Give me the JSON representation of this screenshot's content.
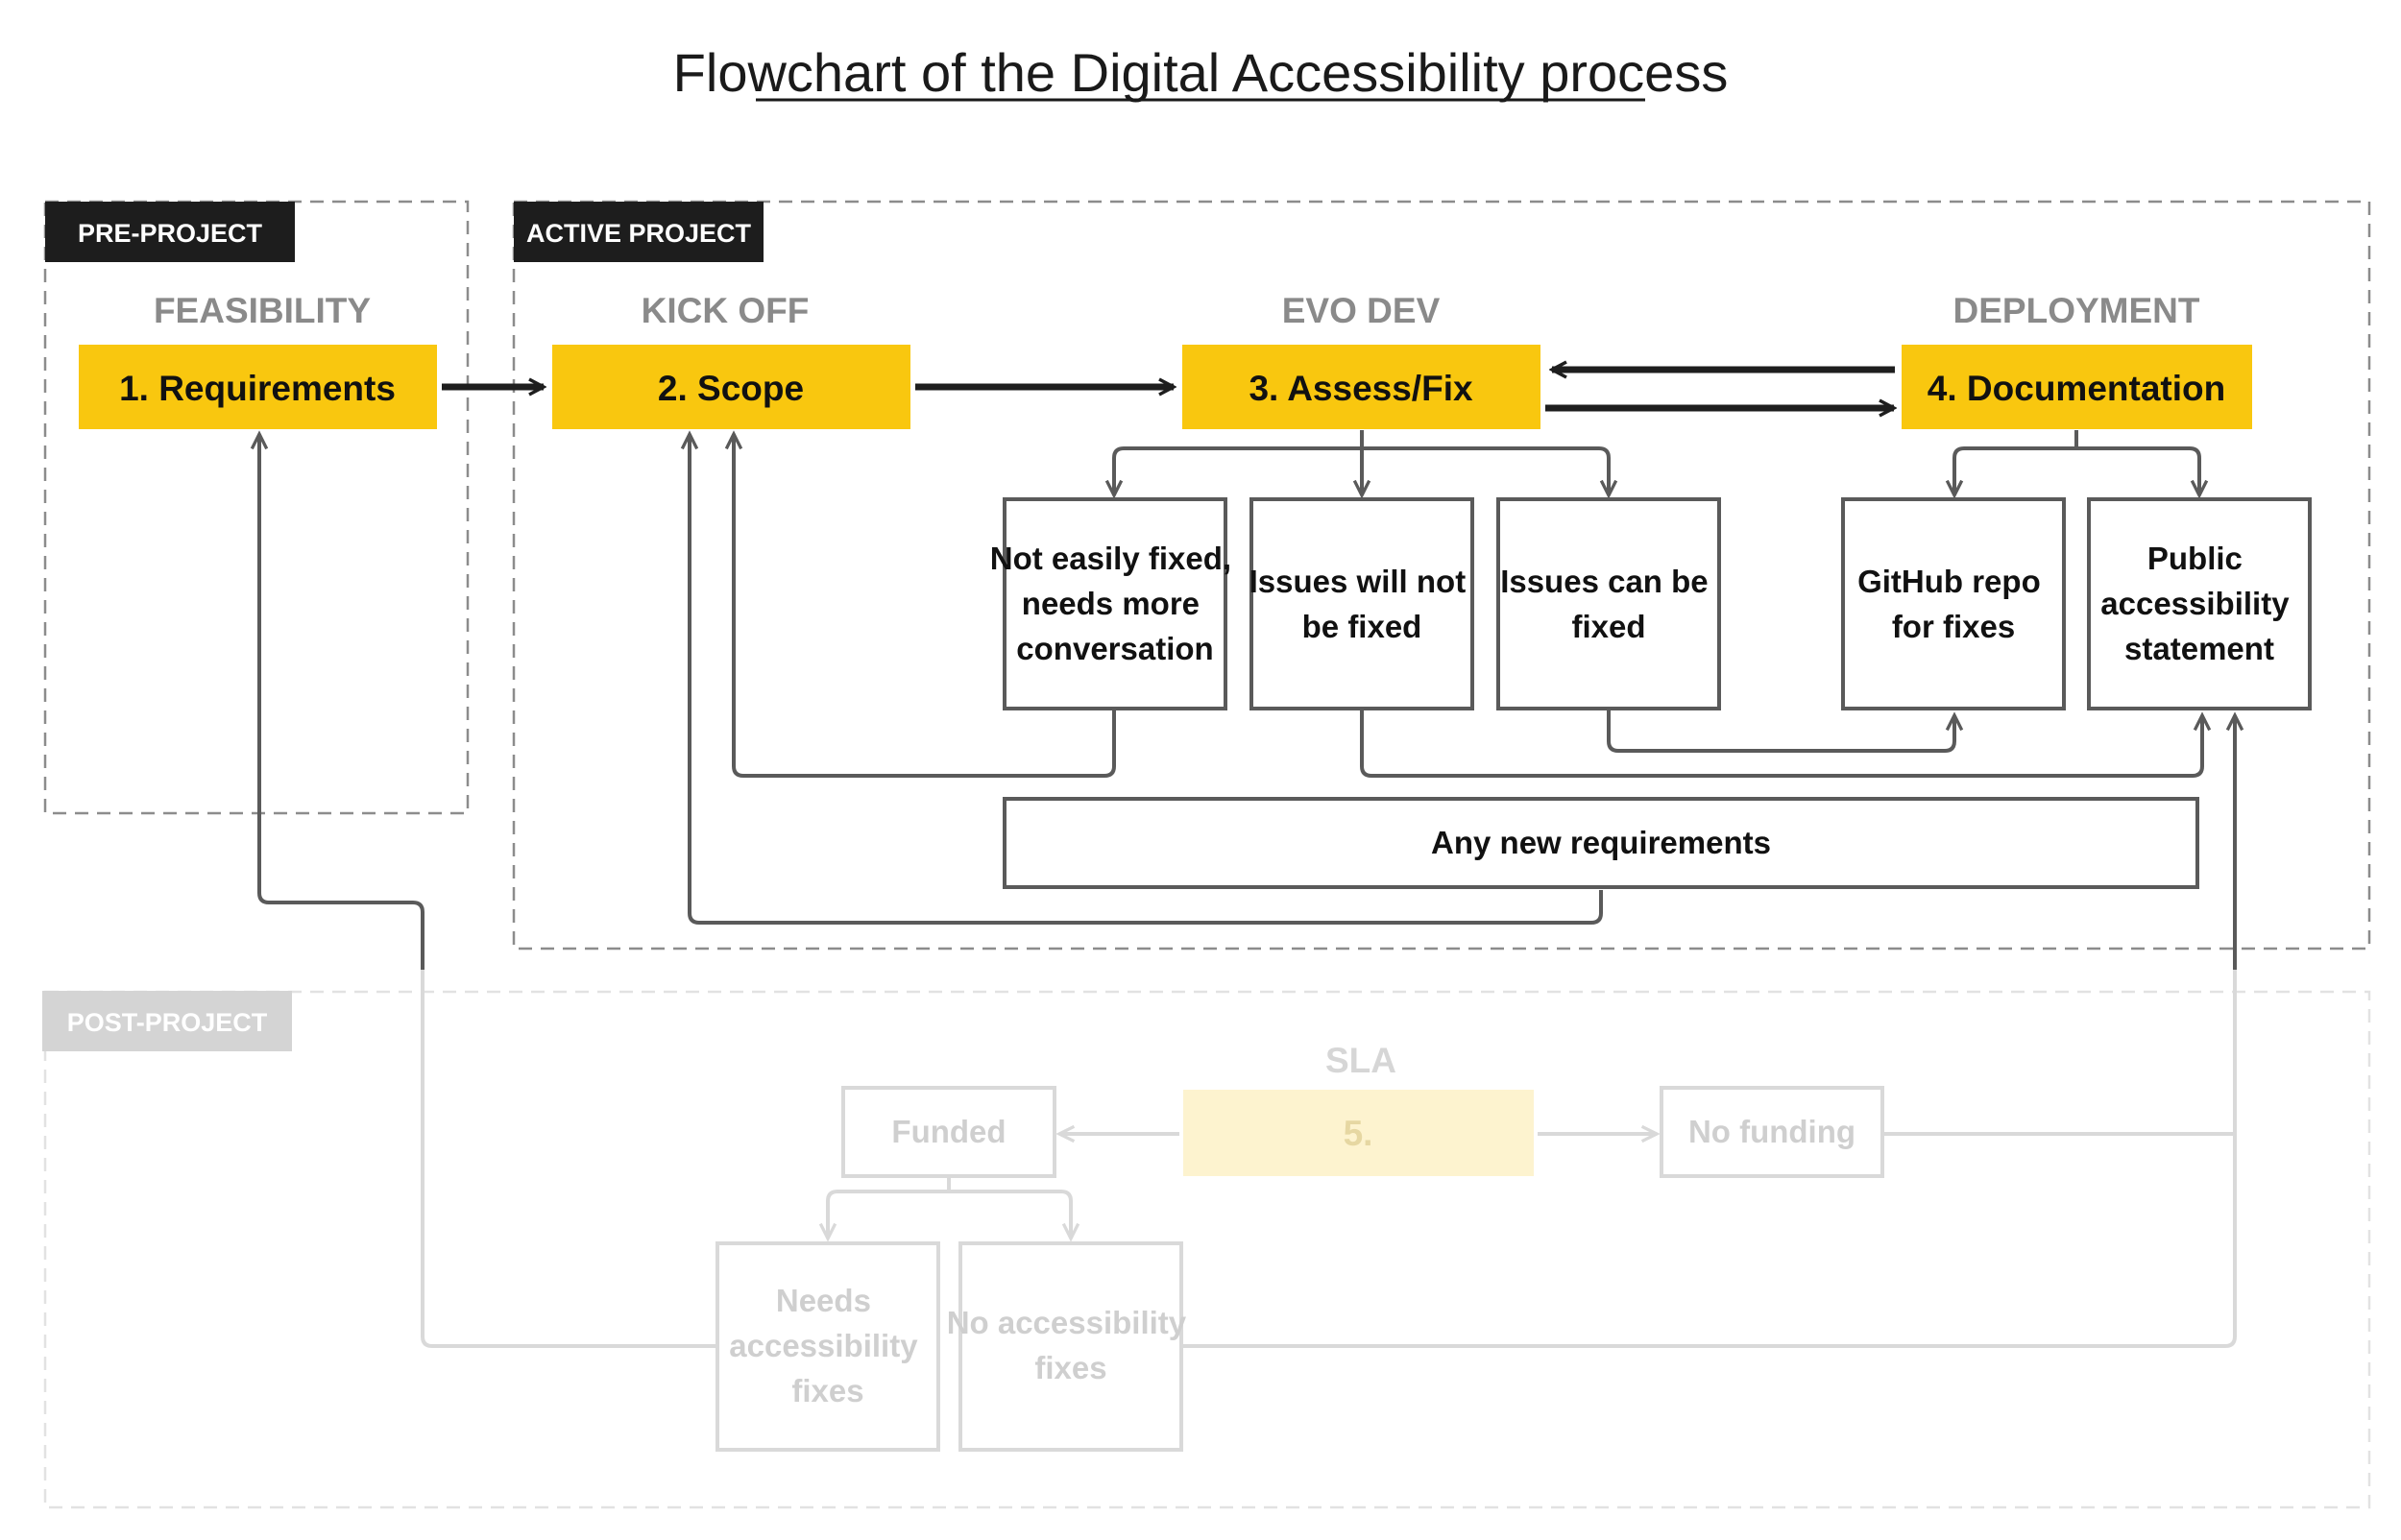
{
  "title": "Flowchart of the Digital Accessibility process",
  "colors": {
    "step_fill": "#f9c70f",
    "step_fill_faint": "#fdf3cf",
    "tag_dark": "#1d1d1d",
    "tag_faint": "#d4d4d4",
    "line_dark": "#1e1e1e",
    "line_grey": "#5a5a5a",
    "line_faint": "#d9d9d9"
  },
  "sections": {
    "pre_project": "PRE-PROJECT",
    "active_project": "ACTIVE PROJECT",
    "post_project": "POST-PROJECT"
  },
  "phases": {
    "feasibility": "FEASIBILITY",
    "kick_off": "KICK OFF",
    "evo_dev": "EVO DEV",
    "deployment": "DEPLOYMENT",
    "sla": "SLA"
  },
  "steps": {
    "requirements": "1. Requirements",
    "scope": "2. Scope",
    "assess_fix": "3. Assess/Fix",
    "documentation": "4. Documentation",
    "sla_step": "5."
  },
  "outcomes": {
    "not_easily_fixed": [
      "Not easily fixed,",
      "needs more",
      "conversation"
    ],
    "will_not_be_fixed": [
      "Issues will not",
      "be fixed"
    ],
    "can_be_fixed": [
      "Issues can be",
      "fixed"
    ],
    "github_repo": [
      "GitHub repo",
      "for fixes"
    ],
    "public_statement": [
      "Public",
      "accessibility",
      "statement"
    ],
    "new_requirements": "Any new requirements"
  },
  "post": {
    "funded": "Funded",
    "no_funding": "No funding",
    "needs_fixes": [
      "Needs",
      "accessibility",
      "fixes"
    ],
    "no_fixes": [
      "No accessibility",
      "fixes"
    ]
  }
}
